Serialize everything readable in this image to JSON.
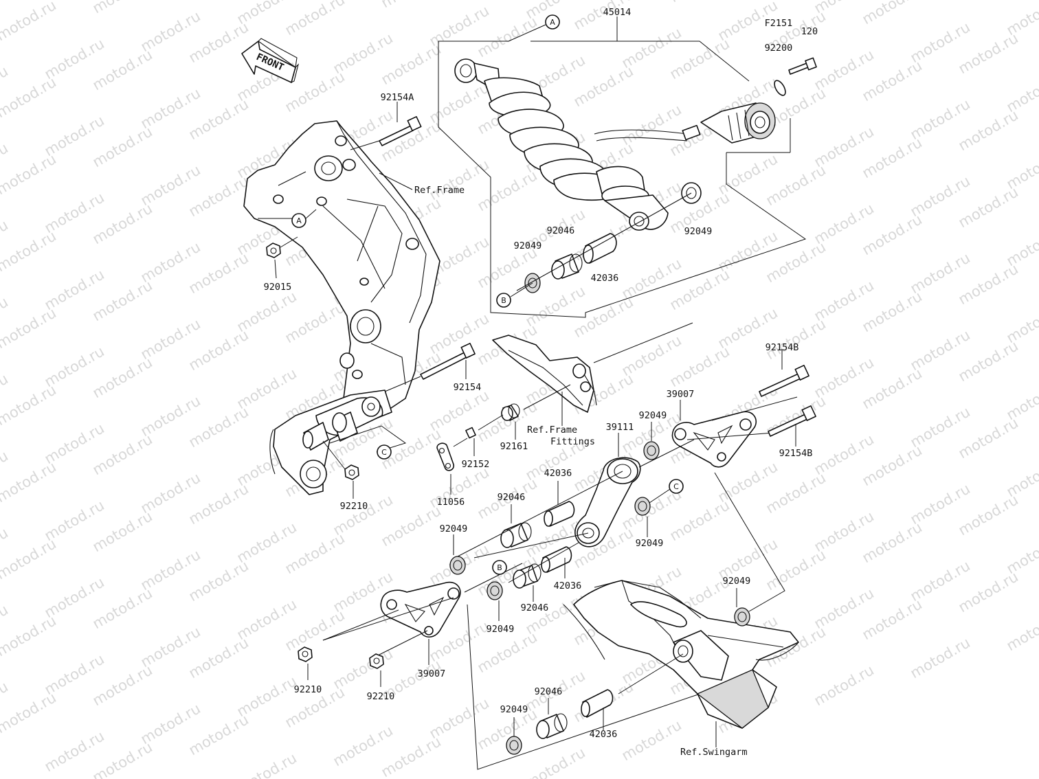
{
  "watermark": "motod.ru",
  "direction_label": "FRONT",
  "part_labels": [
    {
      "id": "45014",
      "text": "45014"
    },
    {
      "id": "F2151",
      "text": "F2151"
    },
    {
      "id": "120",
      "text": "120"
    },
    {
      "id": "92200",
      "text": "92200"
    },
    {
      "id": "92154A",
      "text": "92154A"
    },
    {
      "id": "92015",
      "text": "92015"
    },
    {
      "id": "92049-a",
      "text": "92049"
    },
    {
      "id": "92046-a",
      "text": "92046"
    },
    {
      "id": "42036-a",
      "text": "42036"
    },
    {
      "id": "92049-b",
      "text": "92049"
    },
    {
      "id": "92154",
      "text": "92154"
    },
    {
      "id": "92154B-a",
      "text": "92154B"
    },
    {
      "id": "39007-a",
      "text": "39007"
    },
    {
      "id": "92049-c",
      "text": "92049"
    },
    {
      "id": "39111",
      "text": "39111"
    },
    {
      "id": "92154B-b",
      "text": "92154B"
    },
    {
      "id": "92161",
      "text": "92161"
    },
    {
      "id": "92152",
      "text": "92152"
    },
    {
      "id": "11056",
      "text": "11056"
    },
    {
      "id": "92210-a",
      "text": "92210"
    },
    {
      "id": "42036-b",
      "text": "42036"
    },
    {
      "id": "92046-b",
      "text": "92046"
    },
    {
      "id": "92049-d",
      "text": "92049"
    },
    {
      "id": "92049-e",
      "text": "92049"
    },
    {
      "id": "42036-c",
      "text": "42036"
    },
    {
      "id": "92046-c",
      "text": "92046"
    },
    {
      "id": "92049-f",
      "text": "92049"
    },
    {
      "id": "92049-g",
      "text": "92049"
    },
    {
      "id": "39007-b",
      "text": "39007"
    },
    {
      "id": "92210-b",
      "text": "92210"
    },
    {
      "id": "92210-c",
      "text": "92210"
    },
    {
      "id": "92046-d",
      "text": "92046"
    },
    {
      "id": "92049-h",
      "text": "92049"
    },
    {
      "id": "42036-d",
      "text": "42036"
    }
  ],
  "reference_labels": {
    "frame": "Ref.Frame",
    "frame_fittings_1": "Ref.Frame",
    "frame_fittings_2": "Fittings",
    "swingarm": "Ref.Swingarm"
  },
  "callouts": {
    "a": "A",
    "b": "B",
    "c": "C"
  }
}
